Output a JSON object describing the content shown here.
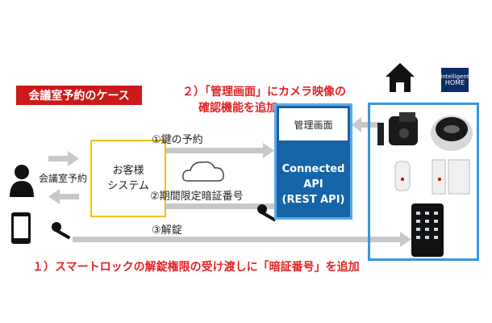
{
  "title_badge": "会議室予約のケース",
  "note2_line1": "２）「管理画面」にカメラ映像の",
  "note2_line2": "確認機能を追加",
  "note1": "１）スマートロックの解錠権限の受け渡しに「暗証番号」を追加",
  "customer_system_line1": "お客様",
  "customer_system_line2": "システム",
  "meeting_reservation": "会議室予約",
  "key_reservation": "①鍵の予約",
  "limited_pin": "②期間限定暗証番号",
  "unlock": "③解錠",
  "management_screen": "管理画面",
  "api_line1": "Connected",
  "api_line2": "API",
  "api_line3": "(REST API)",
  "home_logo_line1": "intelligent",
  "home_logo_line2": "HOME",
  "colors": {
    "accent_red": "#e02424",
    "badge_red": "#cc1a1a",
    "api_blue": "#1565a8",
    "panel_blue": "#3a96dc",
    "system_yellow": "#f2c200",
    "arrow_gray": "#c8c8c8"
  },
  "icons": [
    "user-icon",
    "smartphone-icon",
    "key-icon",
    "cloud-icon",
    "house-icon",
    "camera-icon",
    "hub-icon",
    "sensor-icon",
    "keypad-lock-icon"
  ]
}
